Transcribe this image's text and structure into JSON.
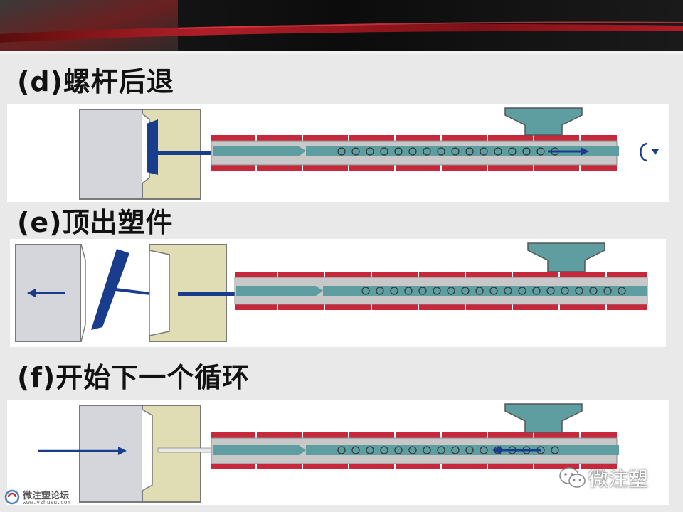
{
  "headings": {
    "d": "(d)螺杆后退",
    "e": "(e)顶出塑件",
    "f": "(f)开始下一个循环"
  },
  "watermarks": {
    "right_text": "微注塑",
    "left_text": "微注塑论坛",
    "left_url": "www.vzhusu.com",
    "right_icon": "wechat-icon",
    "left_icon": "forum-logo-icon"
  },
  "colors": {
    "barrel_red": "#c8283c",
    "barrel_gray": "#c8c8c8",
    "melt_teal": "#5f9ea0",
    "mold_gray": "#d4d6dc",
    "mold_khaki": "#e0dcb4",
    "arrow_blue": "#1a3c8c"
  }
}
